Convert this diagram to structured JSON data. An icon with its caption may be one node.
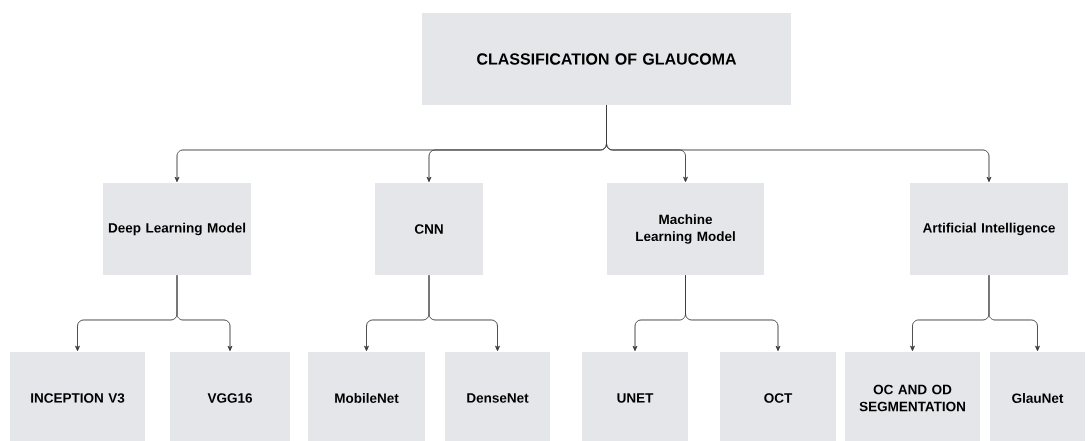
{
  "diagram": {
    "nodes": [
      {
        "text": [
          "CLASSIFICATION OF GLAUCOMA"
        ]
      },
      {
        "text": [
          "Deep Learning Model"
        ]
      },
      {
        "text": [
          "CNN"
        ]
      },
      {
        "text": [
          "Machine Learning Model"
        ]
      },
      {
        "text": [
          "Artificial Intelligence"
        ]
      },
      {
        "text": [
          "INCEPTION V3"
        ]
      },
      {
        "text": [
          "VGG16"
        ]
      },
      {
        "text": [
          "MobileNet"
        ]
      },
      {
        "text": [
          "DenseNet"
        ]
      },
      {
        "text": [
          "UNET"
        ]
      },
      {
        "text": [
          "OCT"
        ]
      },
      {
        "text": [
          "OC AND OD SEGMENTATION"
        ]
      },
      {
        "text": [
          "GlauNet"
        ]
      }
    ],
    "edges": [
      {
        "from": 0,
        "to": 1,
        "arrow": "to"
      },
      {
        "from": 0,
        "to": 2,
        "arrow": "to"
      },
      {
        "from": 0,
        "to": 3,
        "arrow": "to"
      },
      {
        "from": 0,
        "to": 4,
        "arrow": "to"
      },
      {
        "from": 1,
        "to": 5,
        "arrow": "to"
      },
      {
        "from": 1,
        "to": 6,
        "arrow": "to"
      },
      {
        "from": 2,
        "to": 7,
        "arrow": "to"
      },
      {
        "from": 2,
        "to": 8,
        "arrow": "to"
      },
      {
        "from": 3,
        "to": 9,
        "arrow": "to"
      },
      {
        "from": 3,
        "to": 10,
        "arrow": "to"
      },
      {
        "from": 4,
        "to": 11,
        "arrow": "to"
      },
      {
        "from": 4,
        "to": 12,
        "arrow": "to"
      }
    ]
  }
}
